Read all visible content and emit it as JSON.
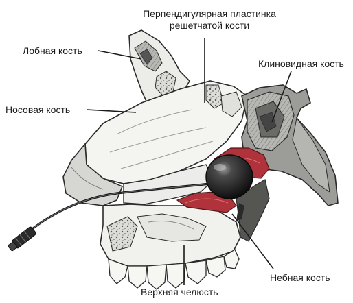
{
  "labels": {
    "perpendicular_plate": "Перпендигулярная пластинка\nрешетчатой кости",
    "frontal_bone": "Лобная кость",
    "sphenoid_bone": "Клиновидная кость",
    "nasal_bone": "Носовая кость",
    "palatine_bone": "Небная кость",
    "maxilla": "Верхняя челюсть"
  },
  "colors": {
    "bone_fill": "#f2f2ef",
    "bone_shade": "#c9c9c4",
    "outline": "#2a2a2a",
    "tissue_red": "#b0323a",
    "balloon": "#1c1c1c",
    "cavity_gray": "#8a8a86"
  },
  "icons": {
    "balloon": "balloon-catheter-icon"
  }
}
